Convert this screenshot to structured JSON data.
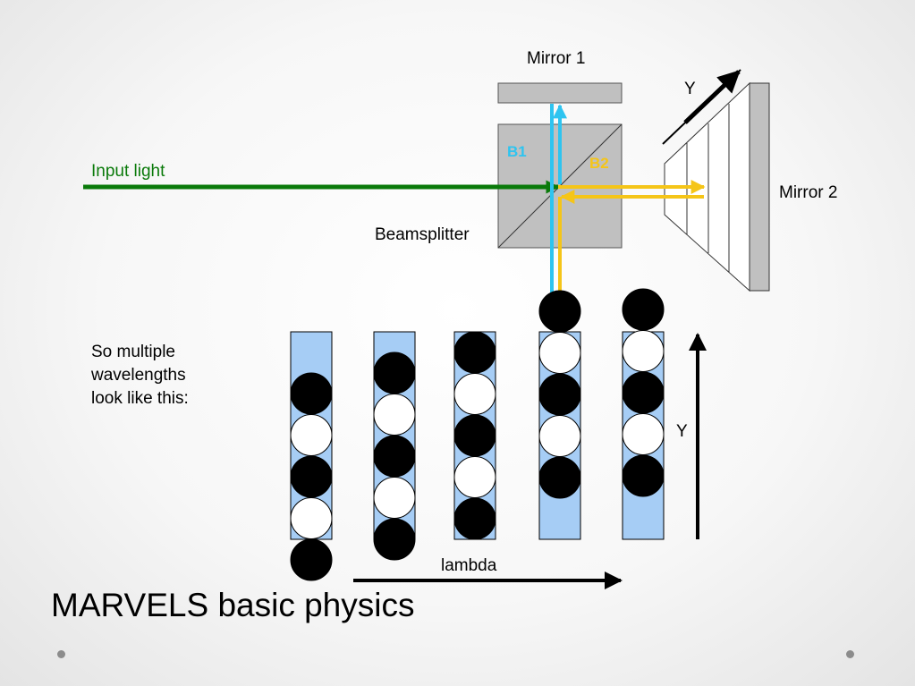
{
  "labels": {
    "mirror1": "Mirror 1",
    "mirror2": "Mirror 2",
    "y_top": "Y",
    "b1": "B1",
    "b2": "B2",
    "input_light": "Input light",
    "beamsplitter": "Beamsplitter",
    "caption": "So multiple\nwavelengths\nlook like this:",
    "y_side": "Y",
    "lambda": "lambda"
  },
  "title": "MARVELS basic physics",
  "colors": {
    "input_light": "#0a7a0a",
    "beam1": "#2ec4f0",
    "beam2": "#f5c518",
    "column_fill": "#a6cdf5",
    "mirror_fill": "#c0c0c0",
    "fringe_dark": "#000000",
    "fringe_light": "#ffffff"
  },
  "wavelength_columns": [
    {
      "fringes": [
        "dark",
        "light",
        "dark",
        "light",
        "dark"
      ]
    },
    {
      "fringes": [
        "dark",
        "light",
        "dark",
        "light",
        "dark"
      ]
    },
    {
      "fringes": [
        "dark",
        "light",
        "dark",
        "light",
        "dark"
      ]
    },
    {
      "fringes": [
        "dark",
        "light",
        "dark",
        "light",
        "dark"
      ]
    },
    {
      "fringes": [
        "dark",
        "light",
        "dark",
        "light",
        "dark"
      ]
    }
  ]
}
